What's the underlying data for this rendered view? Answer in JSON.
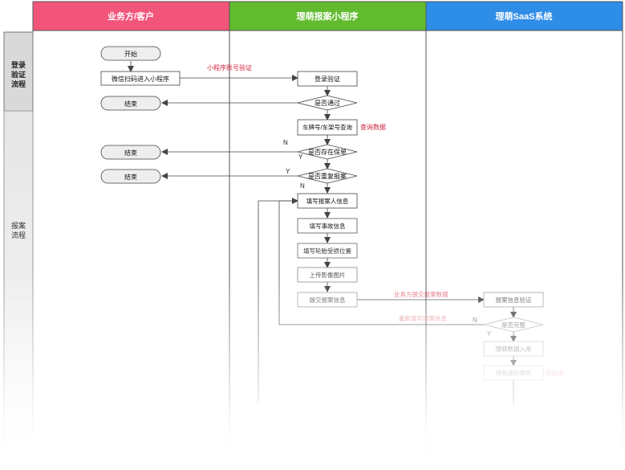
{
  "lanes": [
    {
      "label": "业务方/客户",
      "color": "#f2557a"
    },
    {
      "label": "理萌报案小程序",
      "color": "#62bb2e"
    },
    {
      "label": "理萌SaaS系统",
      "color": "#2e8de6"
    }
  ],
  "phases": [
    {
      "label": "登录\n验证\n流程"
    },
    {
      "label": "报案\n流程"
    }
  ],
  "nodes": {
    "start": "开始",
    "scan": "微信扫码进入小程序",
    "end1": "结束",
    "end2": "结束",
    "end3": "结束",
    "login": "登录验证",
    "passed": "是否通过",
    "plate": "车牌号/车架号查询",
    "exists": "是否存在保单",
    "dup": "是否重复报案",
    "reporter": "填写报案人信息",
    "accident": "填写事故信息",
    "wheel": "填写轮胎受损位置",
    "upload": "上传影像图片",
    "submit": "提交报案信息",
    "verify": "报案信息验证",
    "complete": "是否完整",
    "db": "理萌数据入库",
    "notify": "理萌通知案件"
  },
  "annotations": {
    "account_verify": "小程序账号验证",
    "query_data": "查询数据",
    "submit_data": "业务方提交报案数据",
    "refill": "重新填写报案信息",
    "notify_tail": "理萌通"
  },
  "branch_labels": {
    "n1": "N",
    "y1": "Y",
    "y2": "Y",
    "n2": "N",
    "n3": "N",
    "y3": "Y"
  }
}
